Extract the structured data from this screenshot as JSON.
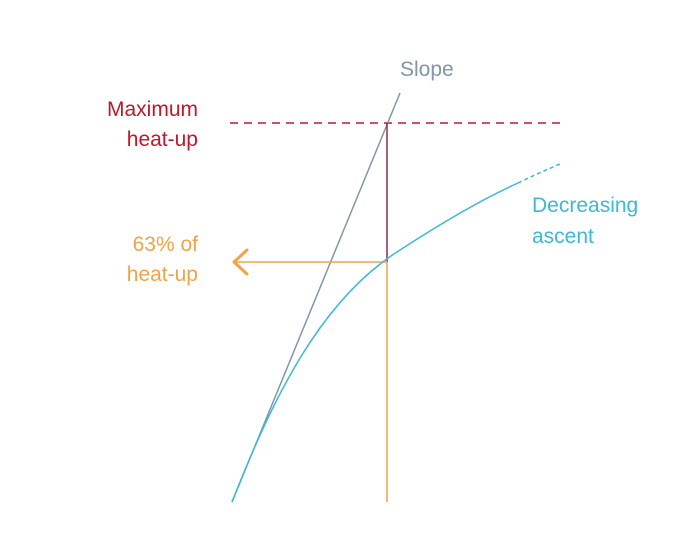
{
  "diagram": {
    "labels": {
      "slope": "Slope",
      "max_line1": "Maximum",
      "max_line2": "heat-up",
      "pct_line1": "63% of",
      "pct_line2": "heat-up",
      "curve_line1": "Decreasing",
      "curve_line2": "ascent"
    },
    "colors": {
      "max": "#c0182a",
      "slope": "#8097aa",
      "curve": "#3bb9d6",
      "pct": "#f2a348",
      "marker": "#8e2c48"
    },
    "icons": {
      "arrow": "arrow-left-icon"
    }
  }
}
